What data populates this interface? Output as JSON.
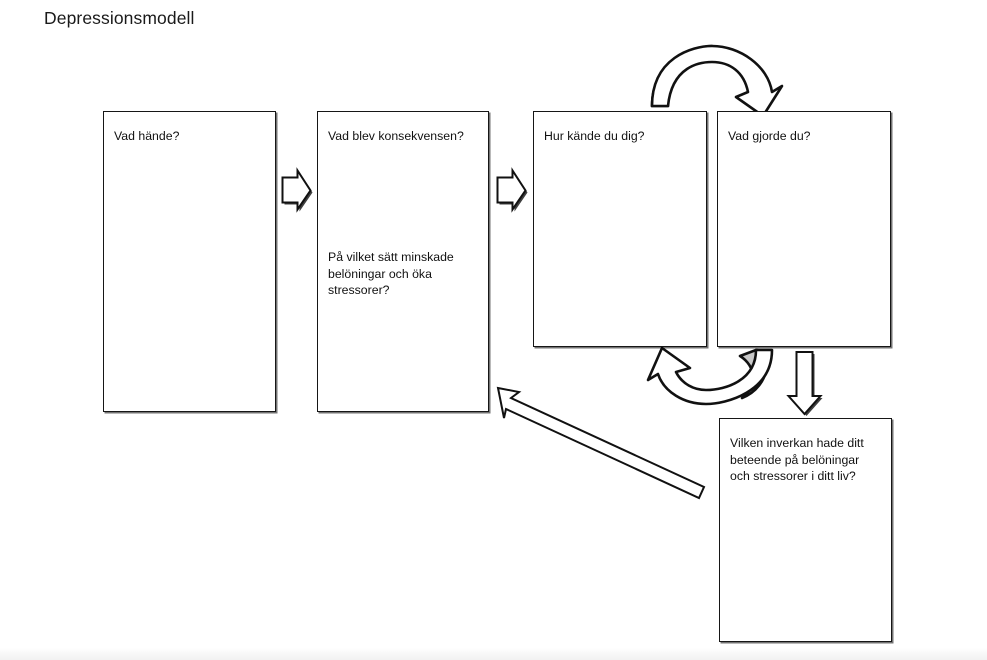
{
  "page": {
    "title": "Depressionsmodell",
    "background_color": "#ffffff",
    "line_color": "#111111",
    "curve_fill_color": "#c9c9c9"
  },
  "boxes": [
    {
      "id": "what-happened",
      "heading": "Vad hände?",
      "body": ""
    },
    {
      "id": "consequence",
      "heading": "Vad blev konsekvensen?",
      "body": "På vilket sätt minskade\nbelöningar och öka\nstressorer?"
    },
    {
      "id": "how-felt",
      "heading": "Hur kände du dig?",
      "body": ""
    },
    {
      "id": "what-did",
      "heading": "Vad gjorde du?",
      "body": ""
    },
    {
      "id": "impact",
      "heading": "Vilken inverkan hade ditt\nbeteende på belöningar\noch stressorer i ditt liv?",
      "body": ""
    }
  ],
  "connectors": [
    {
      "id": "arrow-happened-to-consequence",
      "icon": "block-arrow-right-icon",
      "direction": "right"
    },
    {
      "id": "arrow-consequence-to-felt",
      "icon": "block-arrow-right-icon",
      "direction": "right"
    },
    {
      "id": "arrow-felt-to-did",
      "icon": "curved-arrow-right-icon",
      "direction": "clockwise-top"
    },
    {
      "id": "arrow-did-to-felt",
      "icon": "curved-arrow-left-icon",
      "direction": "counterclockwise-bottom"
    },
    {
      "id": "arrow-did-to-impact",
      "icon": "block-arrow-down-icon",
      "direction": "down"
    },
    {
      "id": "arrow-impact-to-consequence",
      "icon": "line-arrow-upleft-icon",
      "direction": "up-left"
    }
  ]
}
